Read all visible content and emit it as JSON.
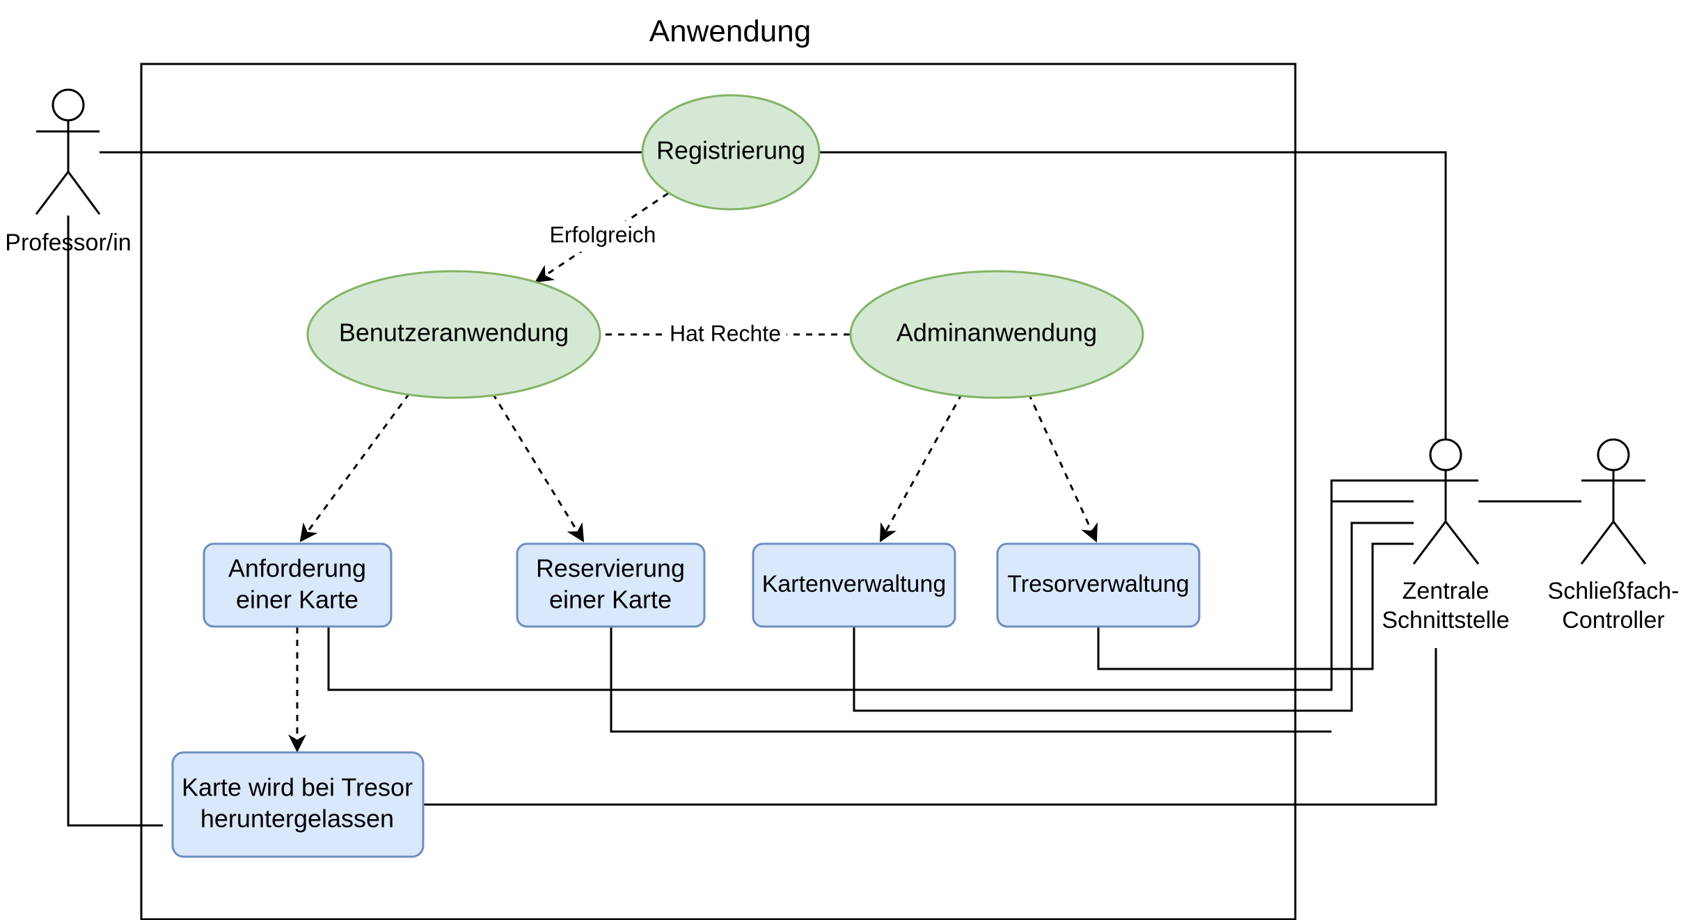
{
  "diagram": {
    "system_boundary_title": "Anwendung",
    "colors": {
      "ellipse_fill": "#d5e8d4",
      "ellipse_stroke": "#82b366",
      "box_fill": "#dae8fc",
      "box_stroke": "#6c8ebf",
      "line": "#000000"
    },
    "actors": {
      "professor": "Professor/in",
      "schnittstelle": [
        "Zentrale",
        "Schnittstelle"
      ],
      "controller": [
        "Schließfach-",
        "Controller"
      ]
    },
    "use_cases": {
      "registrierung": "Registrierung",
      "benutzeranwendung": "Benutzeranwendung",
      "adminanwendung": "Adminanwendung"
    },
    "activities": {
      "anforderung": [
        "Anforderung",
        "einer Karte"
      ],
      "reservierung": [
        "Reservierung",
        "einer Karte"
      ],
      "kartenverwaltung": "Kartenverwaltung",
      "tresorverwaltung": "Tresorverwaltung",
      "karte_tresor": [
        "Karte wird bei Tresor",
        "heruntergelassen"
      ]
    },
    "edge_labels": {
      "erfolgreich": "Erfolgreich",
      "hat_rechte": "Hat Rechte"
    }
  }
}
